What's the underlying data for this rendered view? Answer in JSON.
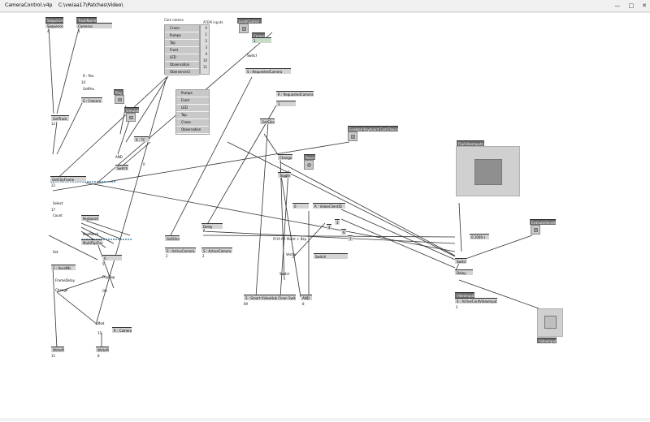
{
  "window": {
    "title": "CameraControl.v4p",
    "path": "C:\\vwiaa17\\Patches\\Video\\"
  },
  "lists": {
    "cam_names_title": "Cam names",
    "cam_names": [
      "Crane",
      "Pumpe",
      "Top",
      "Front",
      "LED",
      "Observation",
      "Oberserver2"
    ],
    "atem_title": "ATEM inputs",
    "atem_values": [
      "0",
      "1",
      "2",
      "3",
      "4",
      "10",
      "11"
    ],
    "cam_names2": [
      "Pumpe",
      "Front",
      "LED",
      "Top",
      "Crane",
      "Observation"
    ]
  },
  "nodes": {
    "sequence": "Sequence",
    "sequence_value": "Sequence",
    "trackname": "TrackName",
    "cameras": "Cameras",
    "r_pos": "R : Pos",
    "s_camera1": "S : Camera",
    "gettrack": "GetTrack",
    "play": "Play",
    "simulate": "Simulate",
    "r_tc": "R : TC",
    "and1": "AND",
    "switch1": "Switch",
    "getclipframe": "GetClipFrame",
    "select1": "Select",
    "count": "Count",
    "set": "Set",
    "s_avoidnl": "S : AvoidNL",
    "framedelay": "FrameDelay",
    "change1": "Change",
    "keyboard": "Keyboard",
    "keymatch": "KeyMatch",
    "multiflipflop": "MultiFlipFlop",
    "flipflop": "FlipFlop",
    "or": "OR",
    "mod": "Mod",
    "r_camera": "R : Camera",
    "writeplc": "WritePlc",
    "getslice1": "GetSlice",
    "s_activecamera1": "S : ActiveCamera",
    "delay1": "Delay",
    "s_activecamera2": "S : ActiveCamera",
    "localcontrol": "LocalControl",
    "camera": "Camera",
    "switch2": "Switch",
    "s_requestedcamera": "S : RequestedCamera",
    "r_requestedcamera": "R : RequestedCamera",
    "getslice2": "GetSlice",
    "change2": "Change",
    "toggle": "Toggle",
    "reset": "Reset",
    "pcm_label": "PCM AR Maint + Bkp",
    "vector": "Vector",
    "switch3": "Switch",
    "smart_video": "S : Smart VideoHub Clean Switch",
    "and2": "AND",
    "r_videoclientid": "R : VideoClientID",
    "switch4": "Switch",
    "enabled_kb": "Enabled Keyboard CamChoice",
    "flip_video_inputs": "FlipVideoInputs",
    "evaluate_sender": "EvaluateSender",
    "switch5": "Switch",
    "delay2": "Delay",
    "videoinput": "VideoInput",
    "s_activecardvideoinput": "S : ActiveCardVideoInput",
    "videoinput_panel": "VideoInput",
    "value_0_1000s": "0.1000 s"
  },
  "numbers": {
    "n4a": "4",
    "n1a": "1",
    "n10": "10",
    "n12": "12",
    "n15": "15",
    "n22": "22",
    "n17": "17",
    "n0": "0",
    "n5": "5",
    "n2": "2",
    "n11": "11",
    "n8": "8",
    "n89": "89",
    "n8b": "8",
    "n3": "3",
    "n6": "6",
    "n7": "7"
  }
}
